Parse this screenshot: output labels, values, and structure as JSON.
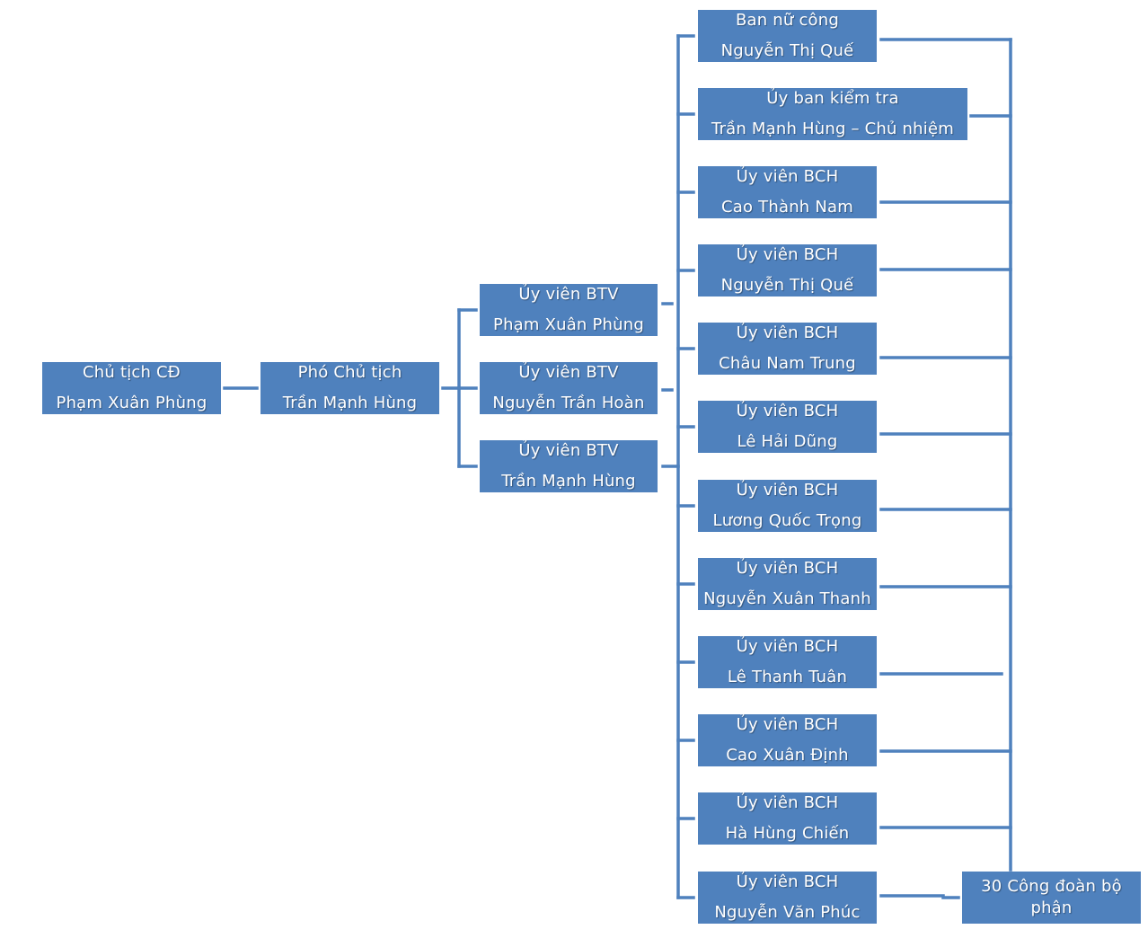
{
  "chairman": {
    "title": "Chủ tịch CĐ",
    "name": "Phạm Xuân Phùng"
  },
  "vice_chairman": {
    "title": "Phó Chủ tịch",
    "name": "Trần Mạnh Hùng"
  },
  "standing_members": [
    {
      "title": "Ủy viên BTV",
      "name": "Phạm Xuân Phùng"
    },
    {
      "title": "Ủy viên BTV",
      "name": "Nguyễn Trần Hoàn"
    },
    {
      "title": "Ủy viên BTV",
      "name": "Trần Mạnh Hùng"
    }
  ],
  "right_nodes": [
    {
      "title": "Ban nữ công",
      "name": "Nguyễn Thị Quế"
    },
    {
      "title": "Ủy ban kiểm tra",
      "name": "Trần Mạnh Hùng – Chủ nhiệm"
    },
    {
      "title": "Ủy viên BCH",
      "name": "Cao Thành Nam"
    },
    {
      "title": "Ủy viên BCH",
      "name": "Nguyễn Thị Quế"
    },
    {
      "title": "Ủy viên BCH",
      "name": "Châu Nam Trung"
    },
    {
      "title": "Ủy viên BCH",
      "name": "Lê Hải Dũng"
    },
    {
      "title": "Ủy viên BCH",
      "name": "Lương Quốc Trọng"
    },
    {
      "title": "Ủy viên BCH",
      "name": "Nguyễn Xuân Thanh"
    },
    {
      "title": "Ủy viên BCH",
      "name": "Lê Thanh Tuân"
    },
    {
      "title": "Ủy viên BCH",
      "name": "Cao Xuân Định"
    },
    {
      "title": "Ủy viên BCH",
      "name": "Hà Hùng Chiến"
    },
    {
      "title": "Ủy viên BCH",
      "name": "Nguyễn Văn Phúc"
    }
  ],
  "unions": {
    "label": "30 Công đoàn bộ phận"
  },
  "colors": {
    "box": "#4f81bd",
    "connector": "#4f81bd",
    "text": "#ffffff"
  }
}
